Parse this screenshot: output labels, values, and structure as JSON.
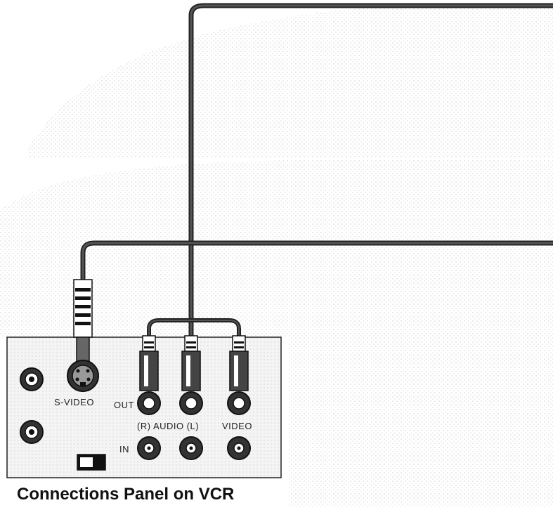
{
  "diagram": {
    "caption": "Connections Panel on VCR",
    "panel_labels": {
      "s_video": "S-VIDEO",
      "out": "OUT",
      "audio": "(R) AUDIO (L)",
      "video": "VIDEO",
      "in": "IN"
    }
  },
  "colors": {
    "cable": "#555555",
    "outline": "#111111",
    "panel_fill": "#f4f4f4"
  }
}
